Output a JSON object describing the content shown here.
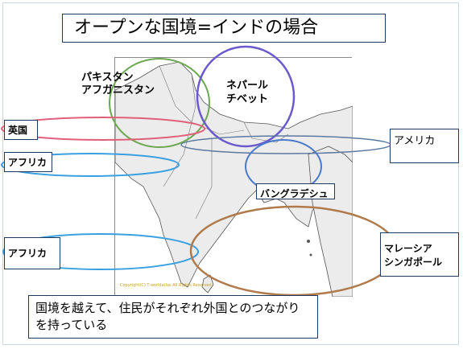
{
  "title": "オープンな国境=インドの場合",
  "labels": {
    "pakistan": [
      "パキスタン",
      "アフガニスタン"
    ],
    "nepal": [
      "ネパール",
      "チベット"
    ],
    "uk": "英国",
    "africa_top": "アフリカ",
    "america": "アメリカ",
    "bangladesh": "バングラデシュ",
    "africa_bottom": "アフリカ",
    "malaysia": [
      "マレーシア",
      "シンガポール"
    ]
  },
  "caption": "国境を越えて、住民がそれぞれ外国とのつながりを持っている",
  "copyright": "Copyright(C) T-worldatlas All Rights Reserved",
  "colors": {
    "pakistan": "#6aa84f",
    "nepal": "#6a5acd",
    "uk": "#e0607a",
    "africa": "#3aa0e0",
    "america": "#5a7aa0",
    "bangladesh": "#4a7ac8",
    "malaysia": "#b07a4a",
    "box_border": "#1f3a5f"
  }
}
